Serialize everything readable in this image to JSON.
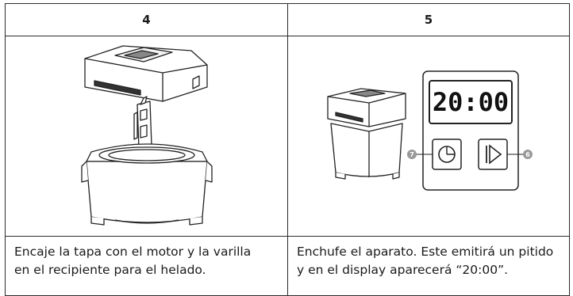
{
  "steps": [
    {
      "number": "4",
      "caption_line1": "Encaje la tapa con el motor y la varilla",
      "caption_line2": "en el recipiente para el helado."
    },
    {
      "number": "5",
      "caption_line1": "Enchufe el aparato. Este emitirá un pitido",
      "caption_line2": "y en el display aparecerá “20:00”.",
      "display_value": "20:00",
      "callout_left": "7",
      "callout_right": "6"
    }
  ]
}
